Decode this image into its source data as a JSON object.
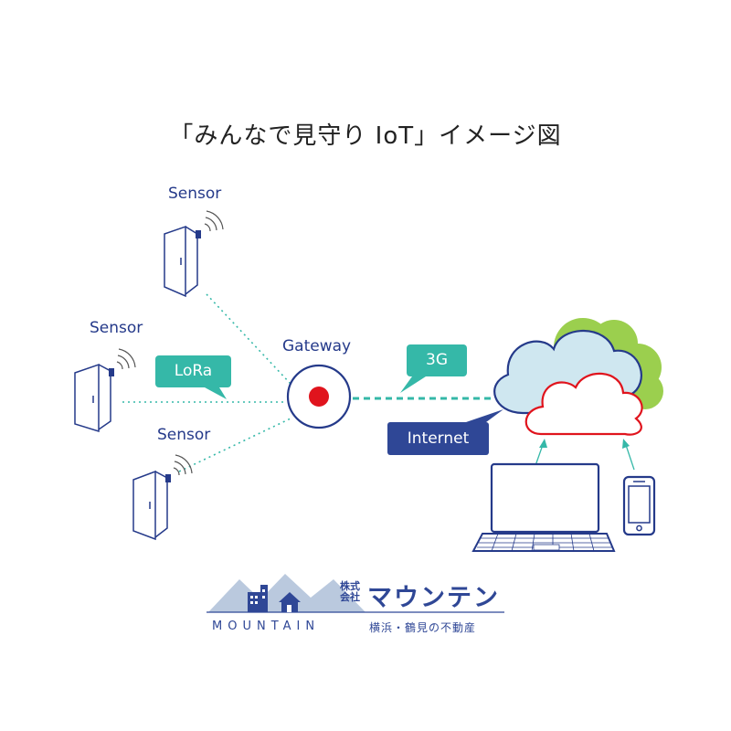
{
  "title": "「みんなで見守り IoT」イメージ図",
  "sensors": [
    {
      "label": "Sensor"
    },
    {
      "label": "Sensor"
    },
    {
      "label": "Sensor"
    }
  ],
  "gateway": {
    "label": "Gateway"
  },
  "lora": {
    "label": "LoRa"
  },
  "cellular": {
    "label": "3G"
  },
  "internet": {
    "label": "Internet"
  },
  "logo": {
    "kabushiki": "株式会社",
    "company": "マウンテン",
    "wordmark": "MOUNTAIN",
    "tagline": "横浜・鶴見の不動産"
  },
  "colors": {
    "navy": "#253a8a",
    "teal": "#35b8a8",
    "red": "#e0141d",
    "cloud_blue": "#cfe7f0",
    "cloud_green": "#9bcf4e",
    "internet_badge": "#2f4796"
  }
}
